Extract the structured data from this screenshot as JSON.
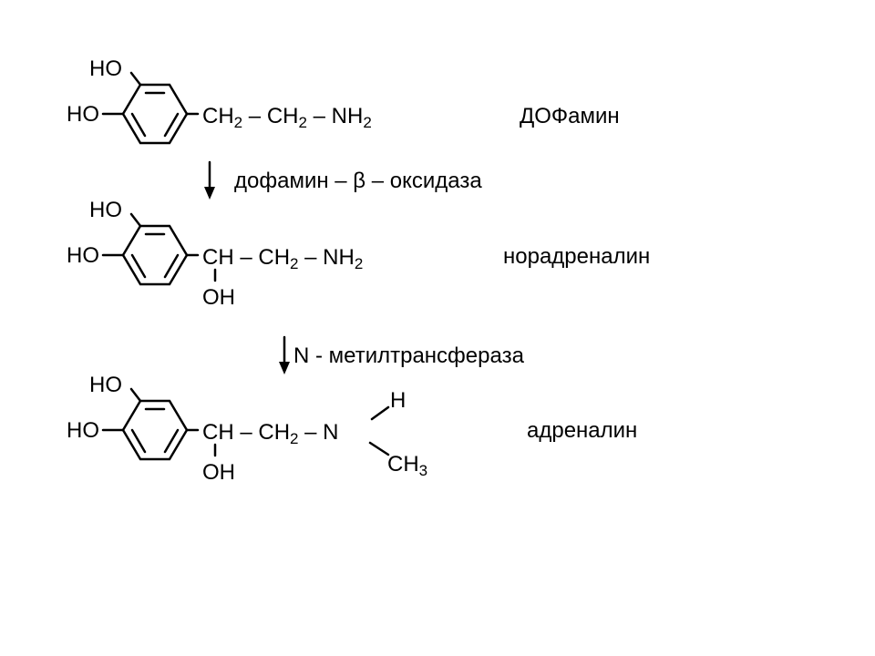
{
  "molecules": [
    {
      "name": "ДОФамин",
      "ho_top": "HO",
      "ho_left": "HO",
      "chain": [
        {
          "text": "CH",
          "sub": "2"
        },
        {
          "text": " – CH",
          "sub": "2"
        },
        {
          "text": " – NH",
          "sub": "2"
        }
      ]
    },
    {
      "name": "норадреналин",
      "ho_top": "HO",
      "ho_left": "HO",
      "chain": [
        {
          "text": "CH",
          "sub": ""
        },
        {
          "text": " – CH",
          "sub": "2"
        },
        {
          "text": " – NH",
          "sub": "2"
        }
      ],
      "oh": "OH"
    },
    {
      "name": "адреналин",
      "ho_top": "HO",
      "ho_left": "HO",
      "chain": [
        {
          "text": "CH",
          "sub": ""
        },
        {
          "text": " – CH",
          "sub": "2"
        },
        {
          "text": " – N",
          "sub": ""
        }
      ],
      "oh": "OH",
      "n_h": "H",
      "n_methyl": {
        "text": "CH",
        "sub": "3"
      }
    }
  ],
  "enzymes": [
    {
      "text": "дофамин – β – оксидаза"
    },
    {
      "text": "N - метилтрансфераза"
    }
  ]
}
